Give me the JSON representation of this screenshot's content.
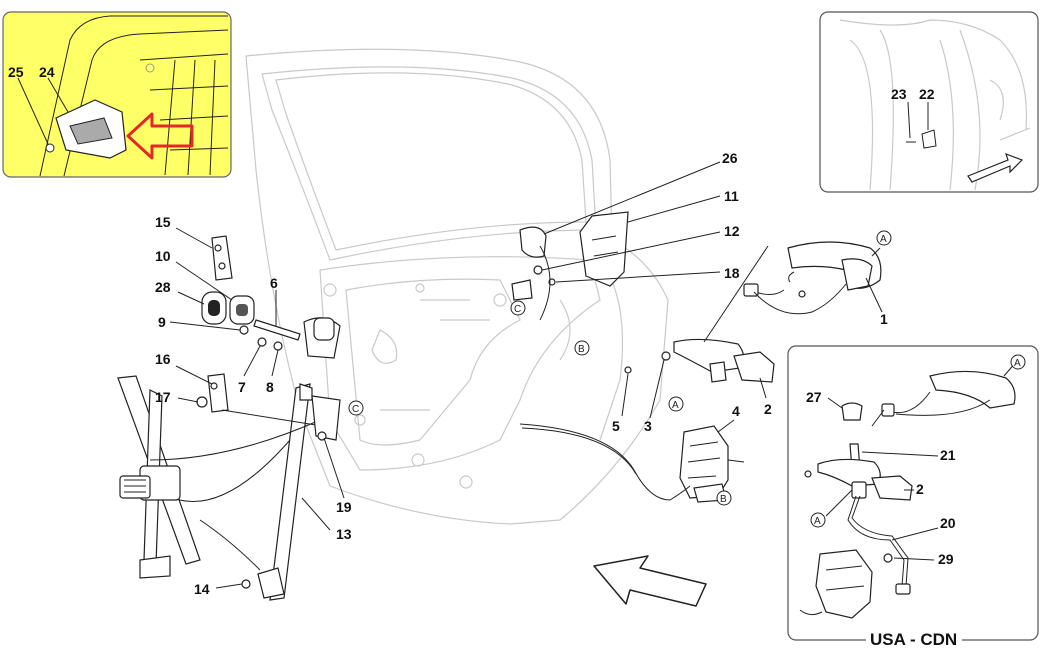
{
  "diagram": {
    "inset_yellow_labels": [
      "25",
      "24"
    ],
    "inset_top_right_labels": [
      "23",
      "22"
    ],
    "inset_usa_title": "USA - CDN",
    "inset_usa_labels": [
      "27",
      "21",
      "2",
      "20",
      "29"
    ],
    "callouts": [
      "15",
      "10",
      "28",
      "9",
      "6",
      "7",
      "8",
      "16",
      "17",
      "19",
      "13",
      "14",
      "26",
      "11",
      "12",
      "18",
      "1",
      "5",
      "3",
      "2",
      "4"
    ],
    "markers": [
      "A",
      "A",
      "A",
      "A",
      "B",
      "B",
      "C",
      "C"
    ],
    "colors": {
      "inset_yellow": "#ffff66",
      "arrow_red": "#e4282a"
    }
  }
}
